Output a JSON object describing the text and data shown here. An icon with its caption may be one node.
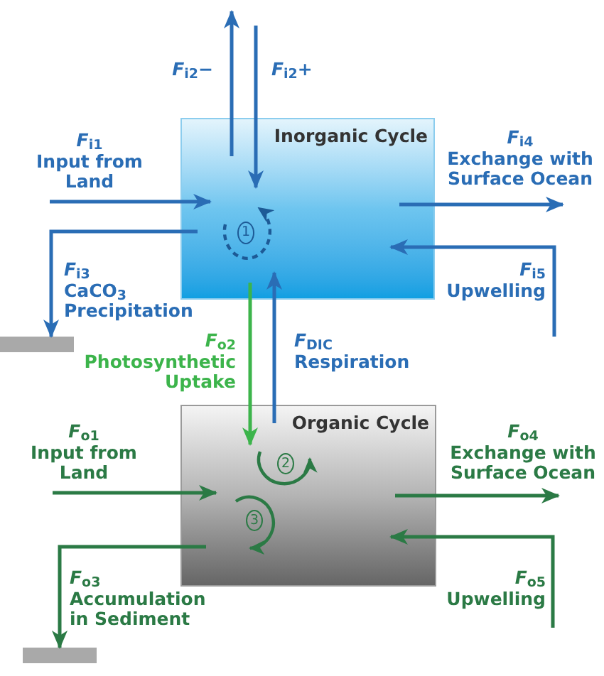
{
  "diagram": {
    "nodes": [
      {
        "text": [
          "Inorganic Cycle"
        ]
      },
      {
        "text": [
          "1"
        ],
        "in": 0
      },
      {
        "text": [],
        "shape": "bar"
      },
      {
        "text": [
          "Organic Cycle"
        ]
      },
      {
        "text": [
          "2"
        ],
        "in": 3
      },
      {
        "text": [
          "3"
        ],
        "in": 3
      },
      {
        "text": [],
        "shape": "bar"
      }
    ],
    "edges": [
      {
        "from": 0,
        "to": null,
        "arrow": "to",
        "label": "*F*$_{i2}$−"
      },
      {
        "from": null,
        "to": 0,
        "arrow": "to",
        "label": "*F*$_{i2}$+"
      },
      {
        "from": null,
        "to": 0,
        "arrow": "to",
        "label": "*F*$_{i1}$ Input from Land"
      },
      {
        "from": 0,
        "to": null,
        "arrow": "to",
        "label": "*F*$_{i4}$ Exchange with Surface Ocean"
      },
      {
        "from": 0,
        "to": 2,
        "arrow": "to",
        "label": "*F*$_{i3}$ CaCO$_{3}$ Precipitation"
      },
      {
        "from": null,
        "to": 0,
        "arrow": "to",
        "label": "*F*$_{i5}$ Upwelling"
      },
      {
        "from": 0,
        "to": 3,
        "arrow": "to",
        "label": "*F*$_{o2}$ Photosynthetic Uptake",
        "color": "#3cb44b"
      },
      {
        "from": 3,
        "to": 0,
        "arrow": "to",
        "label": "*F*$_{DIC}$ Respiration"
      },
      {
        "from": null,
        "to": 3,
        "arrow": "to",
        "label": "*F*$_{o1}$ Input from Land",
        "color": "#2b7a45"
      },
      {
        "from": 3,
        "to": null,
        "arrow": "to",
        "label": "*F*$_{o4}$ Exchange with Surface Ocean",
        "color": "#2b7a45"
      },
      {
        "from": 3,
        "to": 6,
        "arrow": "to",
        "label": "*F*$_{o3}$ Accumulation in Sediment",
        "color": "#2b7a45"
      },
      {
        "from": null,
        "to": 3,
        "arrow": "to",
        "label": "*F*$_{o5}$ Upwelling",
        "color": "#2b7a45"
      }
    ]
  }
}
